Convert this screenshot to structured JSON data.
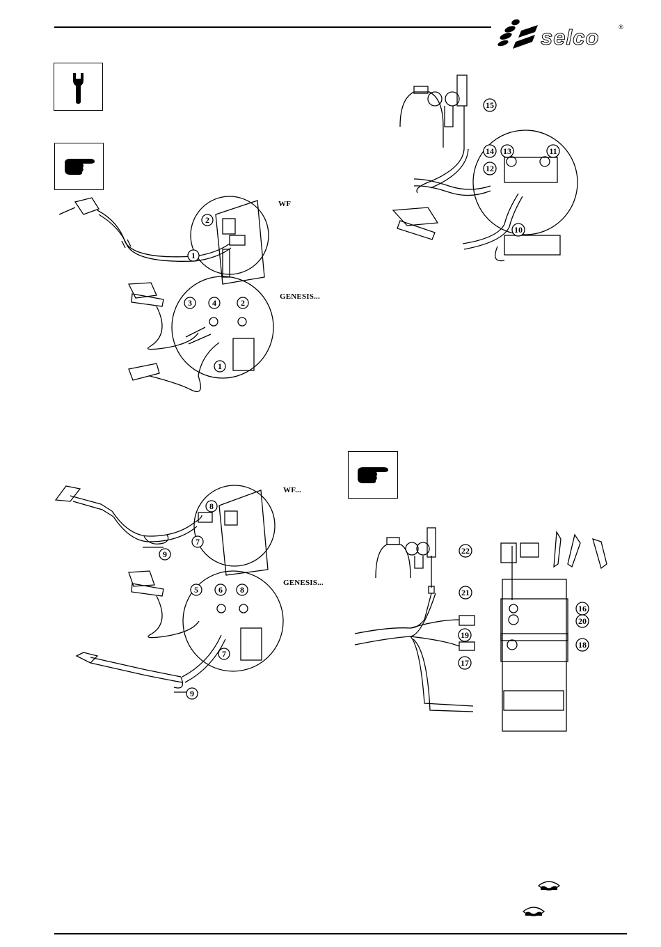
{
  "header": {
    "brand": "selco",
    "registered_mark": "®"
  },
  "captions": {
    "wf_1": "WF",
    "genesis_1": "GENESIS...",
    "wf_2": "WF...",
    "genesis_2": "GENESIS..."
  },
  "icons": {
    "wrench": "wrench-icon",
    "hand_1": "pointing-hand-icon",
    "hand_2": "pointing-hand-icon",
    "brand_mark": "selco-logo-mark"
  },
  "callouts": {
    "mma_wf": [
      "2",
      "1"
    ],
    "mma_genesis": [
      "3",
      "4",
      "2",
      "1"
    ],
    "gas_tig": [
      "15",
      "14",
      "13",
      "11",
      "12",
      "10"
    ],
    "mig_wf": [
      "8",
      "7",
      "9"
    ],
    "mig_genesis": [
      "5",
      "6",
      "8",
      "7",
      "9"
    ],
    "tig_cooling": [
      "22",
      "21",
      "16",
      "20",
      "19",
      "18",
      "17"
    ]
  },
  "colors": {
    "ink": "#000000",
    "paper": "#ffffff"
  }
}
